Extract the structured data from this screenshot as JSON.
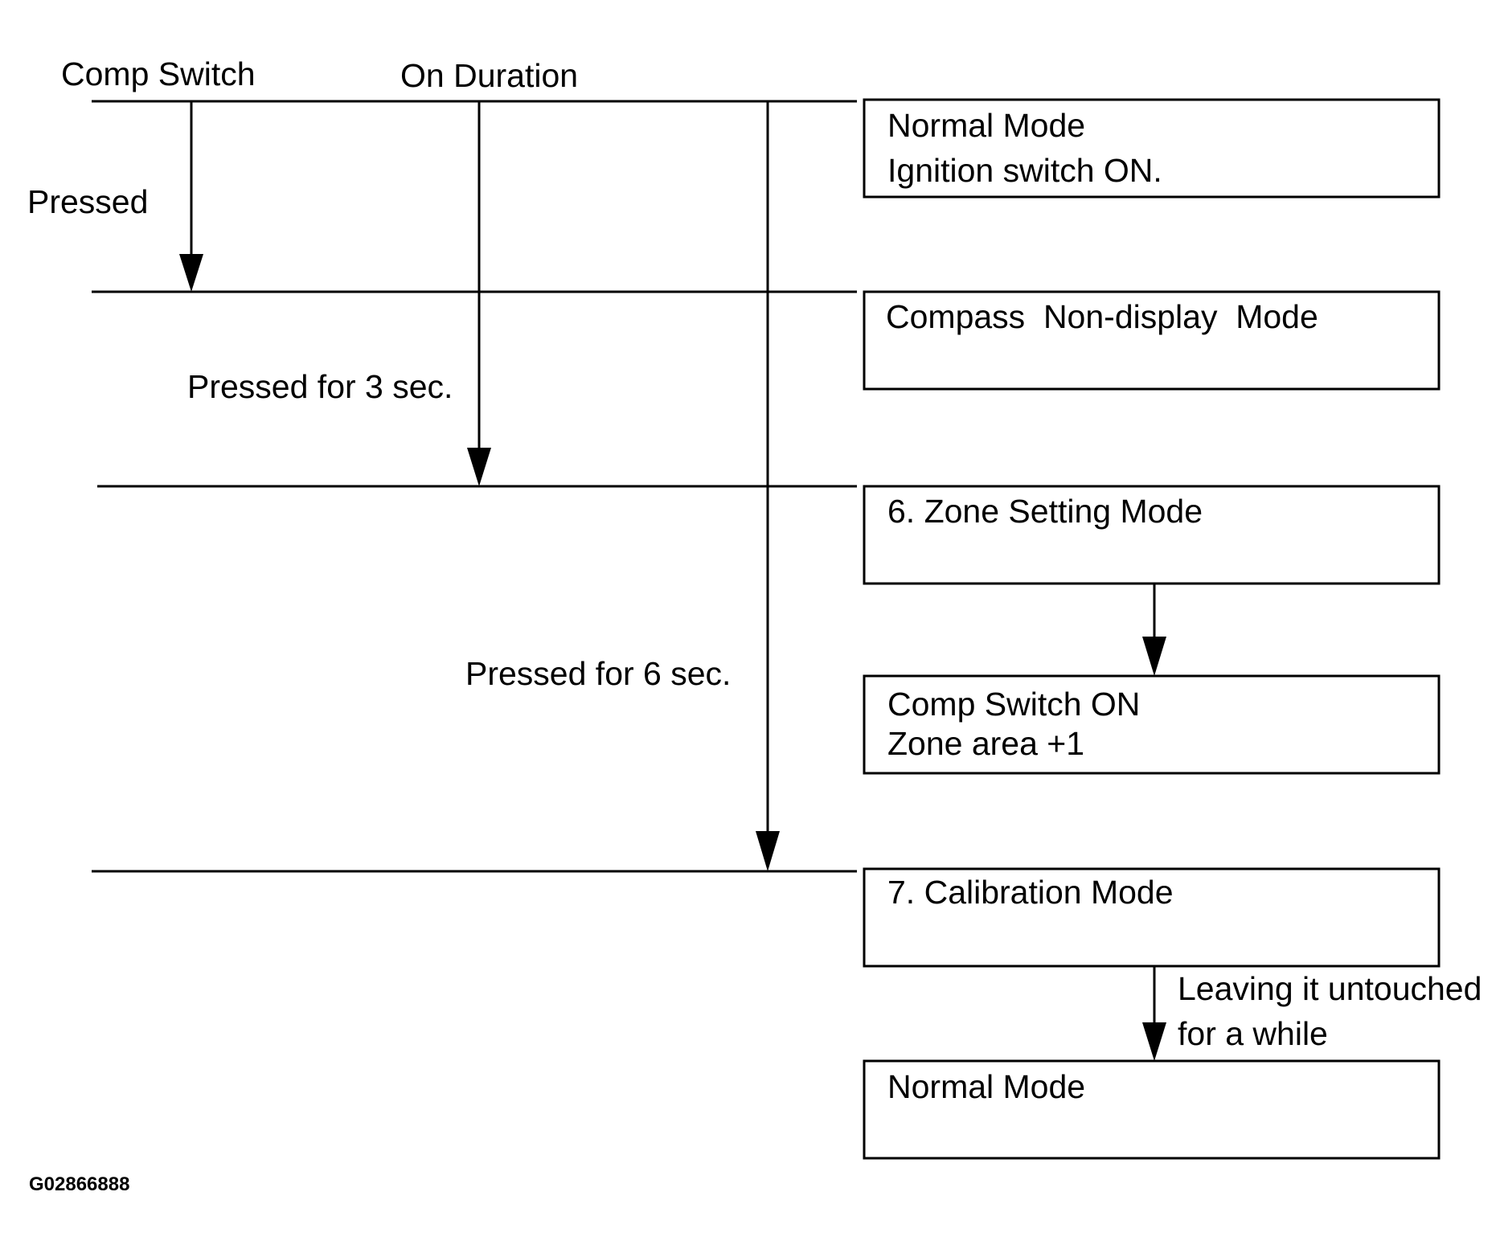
{
  "header": {
    "comp_switch": "Comp Switch",
    "on_duration": "On Duration"
  },
  "labels": {
    "pressed": "Pressed",
    "pressed_3": "Pressed for 3 sec.",
    "pressed_6": "Pressed for 6 sec.",
    "leaving_line1": "Leaving it untouched",
    "leaving_line2": "for a while"
  },
  "boxes": [
    {
      "line1": "Normal Mode",
      "line2": "Ignition switch ON."
    },
    {
      "line1": "Compass  Non-display  Mode",
      "line2": ""
    },
    {
      "line1": "6. Zone Setting Mode",
      "line2": ""
    },
    {
      "line1": "Comp Switch ON",
      "line2": "Zone area +1"
    },
    {
      "line1": "7. Calibration Mode",
      "line2": ""
    },
    {
      "line1": "Normal Mode",
      "line2": ""
    }
  ],
  "figure_code": "G02866888",
  "colors": {
    "line": "#000000",
    "background": "#ffffff"
  }
}
